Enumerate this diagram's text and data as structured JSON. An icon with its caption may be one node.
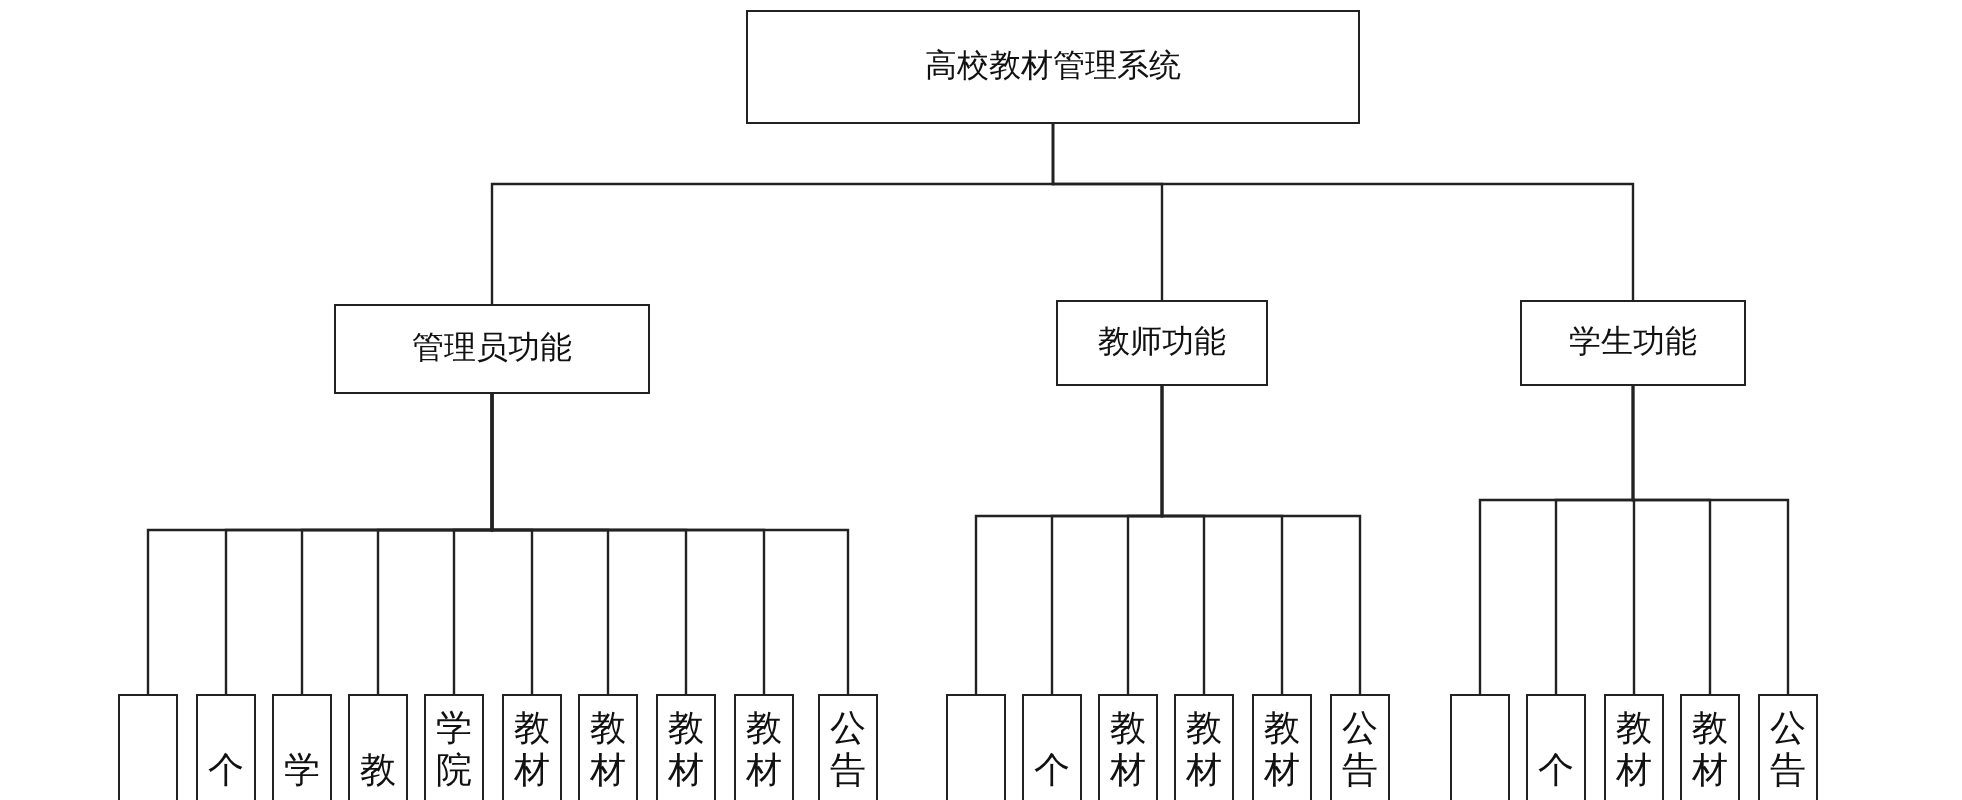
{
  "diagram": {
    "nodes": [
      {
        "text": [
          "高校教材管理系统"
        ]
      },
      {
        "text": [
          "管理员功能"
        ]
      },
      {
        "text": [
          "教师功能"
        ]
      },
      {
        "text": [
          "学生功能"
        ]
      },
      {
        "text": [],
        "shape": "box"
      },
      {
        "text": [
          "个"
        ]
      },
      {
        "text": [
          "学"
        ]
      },
      {
        "text": [
          "教"
        ]
      },
      {
        "text": [
          "学院"
        ]
      },
      {
        "text": [
          "教材"
        ]
      },
      {
        "text": [
          "教材"
        ]
      },
      {
        "text": [
          "教材"
        ]
      },
      {
        "text": [
          "教材"
        ]
      },
      {
        "text": [
          "公告"
        ]
      },
      {
        "text": [],
        "shape": "box"
      },
      {
        "text": [
          "个"
        ]
      },
      {
        "text": [
          "教材"
        ]
      },
      {
        "text": [
          "教材"
        ]
      },
      {
        "text": [
          "教材"
        ]
      },
      {
        "text": [
          "公告"
        ]
      },
      {
        "text": [],
        "shape": "box"
      },
      {
        "text": [
          "个"
        ]
      },
      {
        "text": [
          "教材"
        ]
      },
      {
        "text": [
          "教材"
        ]
      },
      {
        "text": [
          "公告"
        ]
      }
    ],
    "edges": [
      {
        "from": 0,
        "to": 1,
        "arrow": "none"
      },
      {
        "from": 0,
        "to": 2,
        "arrow": "none"
      },
      {
        "from": 0,
        "to": 3,
        "arrow": "none"
      },
      {
        "from": 1,
        "to": 4,
        "arrow": "none"
      },
      {
        "from": 1,
        "to": 5,
        "arrow": "none"
      },
      {
        "from": 1,
        "to": 6,
        "arrow": "none"
      },
      {
        "from": 1,
        "to": 7,
        "arrow": "none"
      },
      {
        "from": 1,
        "to": 8,
        "arrow": "none"
      },
      {
        "from": 1,
        "to": 9,
        "arrow": "none"
      },
      {
        "from": 1,
        "to": 10,
        "arrow": "none"
      },
      {
        "from": 1,
        "to": 11,
        "arrow": "none"
      },
      {
        "from": 1,
        "to": 12,
        "arrow": "none"
      },
      {
        "from": 1,
        "to": 13,
        "arrow": "none"
      },
      {
        "from": 2,
        "to": 14,
        "arrow": "none"
      },
      {
        "from": 2,
        "to": 15,
        "arrow": "none"
      },
      {
        "from": 2,
        "to": 16,
        "arrow": "none"
      },
      {
        "from": 2,
        "to": 17,
        "arrow": "none"
      },
      {
        "from": 2,
        "to": 18,
        "arrow": "none"
      },
      {
        "from": 2,
        "to": 19,
        "arrow": "none"
      },
      {
        "from": 3,
        "to": 20,
        "arrow": "none"
      },
      {
        "from": 3,
        "to": 21,
        "arrow": "none"
      },
      {
        "from": 3,
        "to": 22,
        "arrow": "none"
      },
      {
        "from": 3,
        "to": 23,
        "arrow": "none"
      },
      {
        "from": 3,
        "to": 24,
        "arrow": "none"
      }
    ]
  }
}
